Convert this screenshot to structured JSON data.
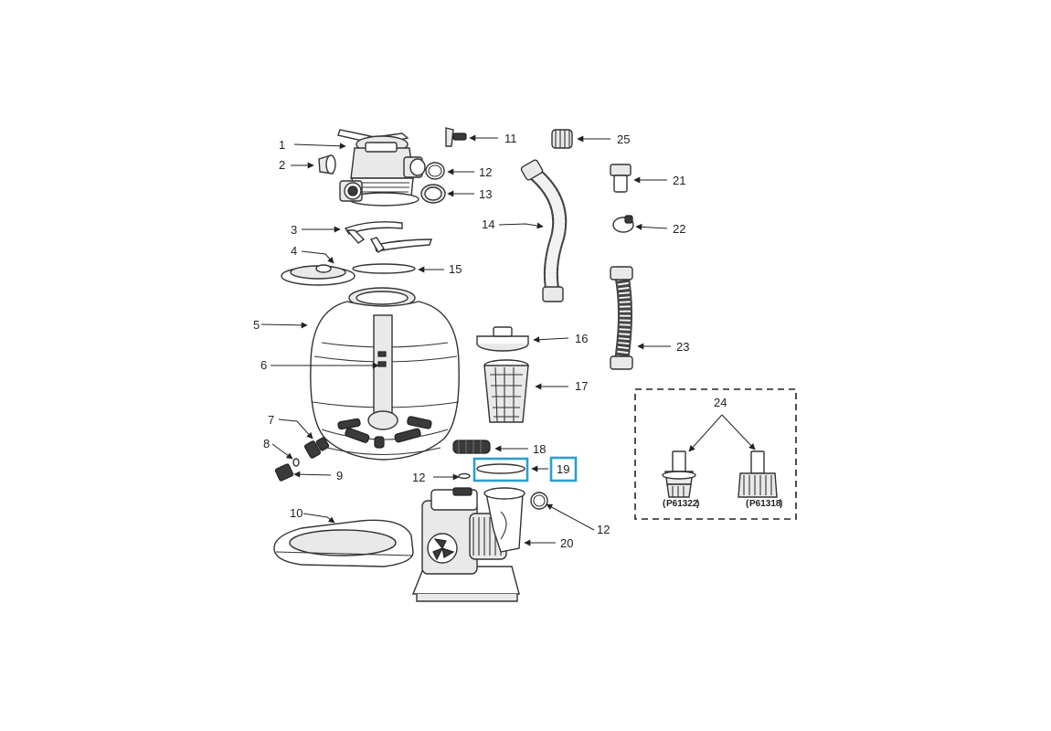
{
  "labels": {
    "p1": "1",
    "p2": "2",
    "p3": "3",
    "p4": "4",
    "p5": "5",
    "p6": "6",
    "p7": "7",
    "p8": "8",
    "p9": "9",
    "p10": "10",
    "p11": "11",
    "p12a": "12",
    "p12b": "12",
    "p12c": "12",
    "p13": "13",
    "p14": "14",
    "p15": "15",
    "p16": "16",
    "p17": "17",
    "p18": "18",
    "p19": "19",
    "p20": "20",
    "p21": "21",
    "p22": "22",
    "p23": "23",
    "p24": "24",
    "p25": "25"
  },
  "option_codes": {
    "left": "P61322",
    "right": "P61318"
  },
  "highlight_color": "#2a9fd0"
}
